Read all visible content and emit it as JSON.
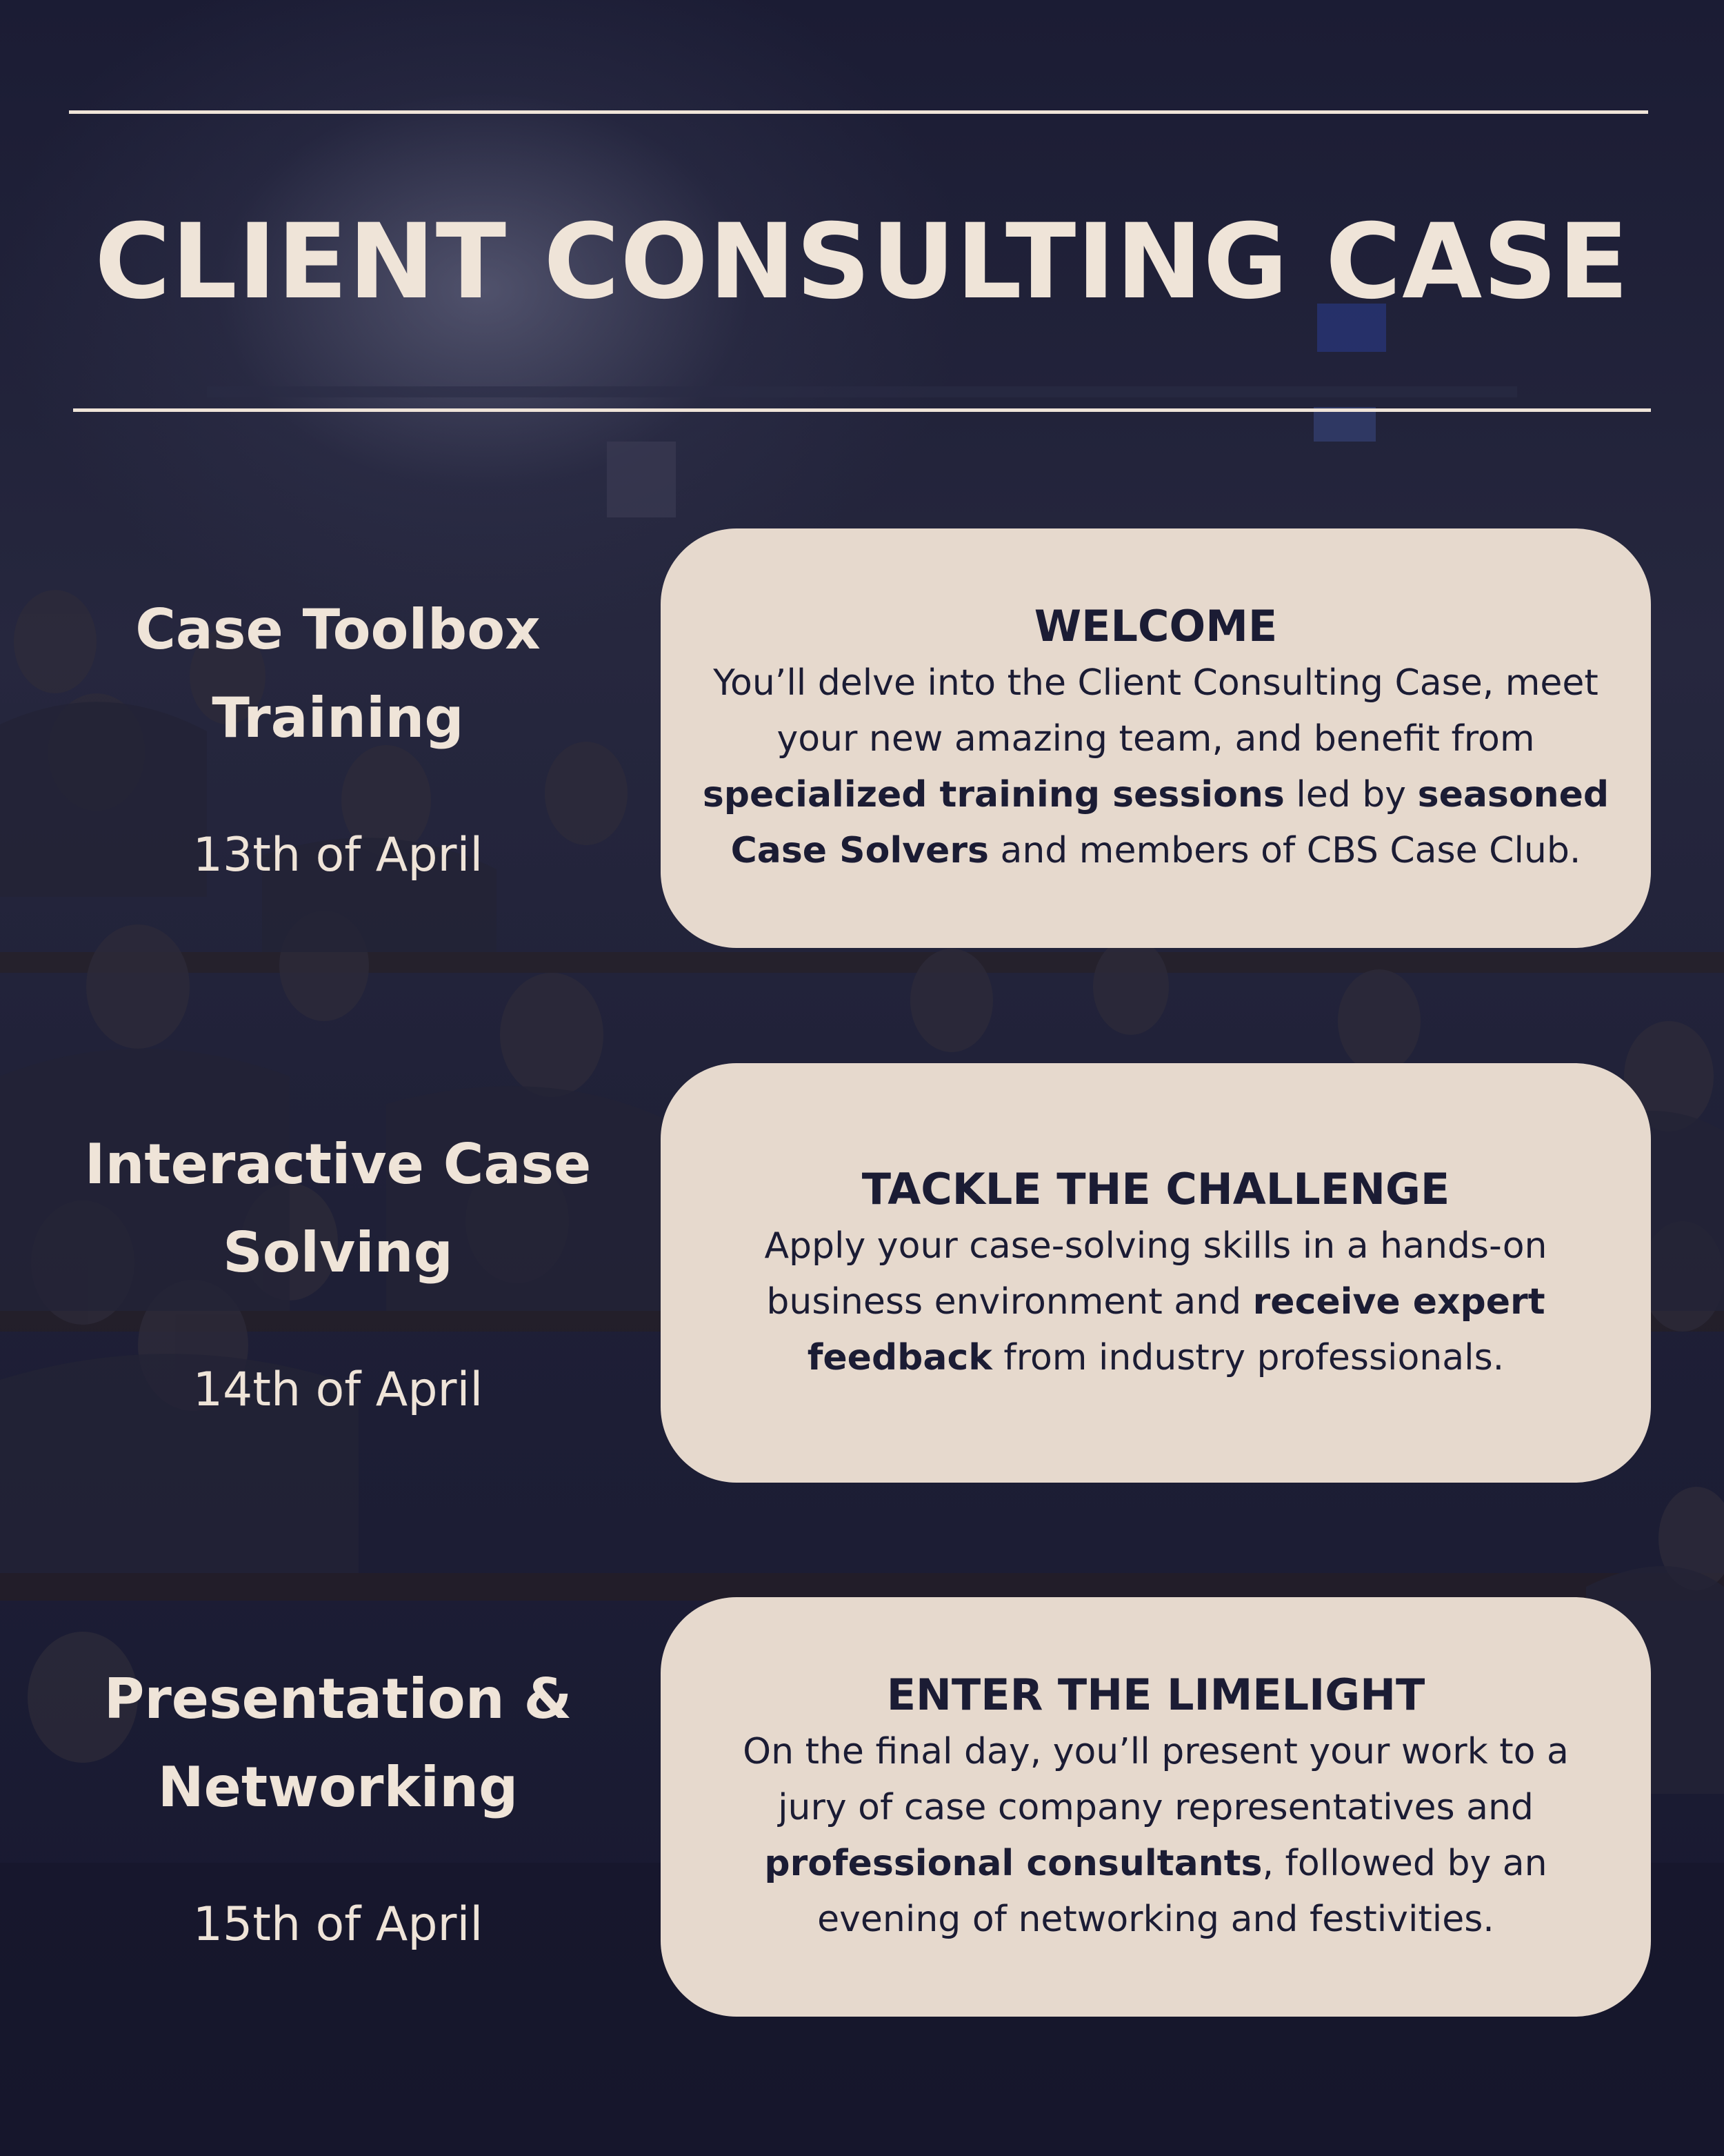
{
  "title": "CLIENT CONSULTING CASE",
  "sessions": [
    {
      "name_lines": [
        "Case Toolbox",
        "Training"
      ],
      "date": "13th of April",
      "heading": "WELCOME",
      "body_lines": [
        [
          {
            "t": "You’ll delve into the Client Consulting Case, meet"
          }
        ],
        [
          {
            "t": "your new amazing team, and benefit from"
          }
        ],
        [
          {
            "t": "specialized training sessions",
            "b": true
          },
          {
            "t": " led by "
          },
          {
            "t": "seasoned",
            "b": true
          }
        ],
        [
          {
            "t": "Case Solvers",
            "b": true
          },
          {
            "t": " and members of CBS Case Club."
          }
        ]
      ]
    },
    {
      "name_lines": [
        "Interactive Case",
        "Solving"
      ],
      "date": "14th of April",
      "heading": "TACKLE THE CHALLENGE",
      "body_lines": [
        [
          {
            "t": "Apply your case-solving skills in a hands-on"
          }
        ],
        [
          {
            "t": "business environment and "
          },
          {
            "t": "receive expert",
            "b": true
          }
        ],
        [
          {
            "t": "feedback",
            "b": true
          },
          {
            "t": " from industry professionals."
          }
        ]
      ]
    },
    {
      "name_lines": [
        "Presentation &",
        "Networking"
      ],
      "date": "15th of April",
      "heading": "ENTER THE LIMELIGHT",
      "body_lines": [
        [
          {
            "t": "On the final day, you’ll present your work to a"
          }
        ],
        [
          {
            "t": "jury of case company representatives and"
          }
        ],
        [
          {
            "t": "professional consultants",
            "b": true
          },
          {
            "t": ", followed by an"
          }
        ],
        [
          {
            "t": "evening of networking and festivities."
          }
        ]
      ]
    }
  ]
}
